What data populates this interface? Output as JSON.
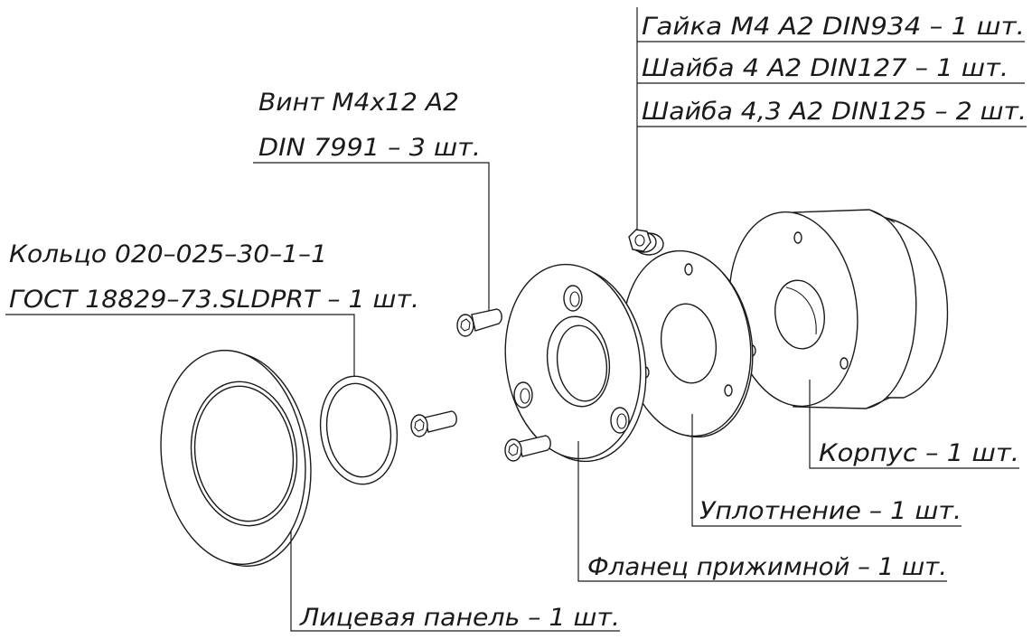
{
  "labels": {
    "nut": "Гайка М4 А2 DIN934 – 1 шт.",
    "washer_a": "Шайба 4 А2 DIN127 – 1 шт.",
    "washer_b": "Шайба 4,3 А2 DIN125 – 2 шт.",
    "screw_line1": "Винт М4х12 А2",
    "screw_line2": "DIN 7991 – 3 шт.",
    "ring_line1": "Кольцо 020–025–30–1–1",
    "ring_line2": "ГОСТ 18829–73.SLDPRT – 1 шт.",
    "housing": "Корпус  – 1 шт.",
    "seal": "Уплотнение  – 1 шт.",
    "flange": "Фланец прижимной  – 1 шт.",
    "front_panel": "Лицевая панель – 1 шт."
  },
  "colors": {
    "ink": "#1a1a1a",
    "background": "#ffffff"
  }
}
